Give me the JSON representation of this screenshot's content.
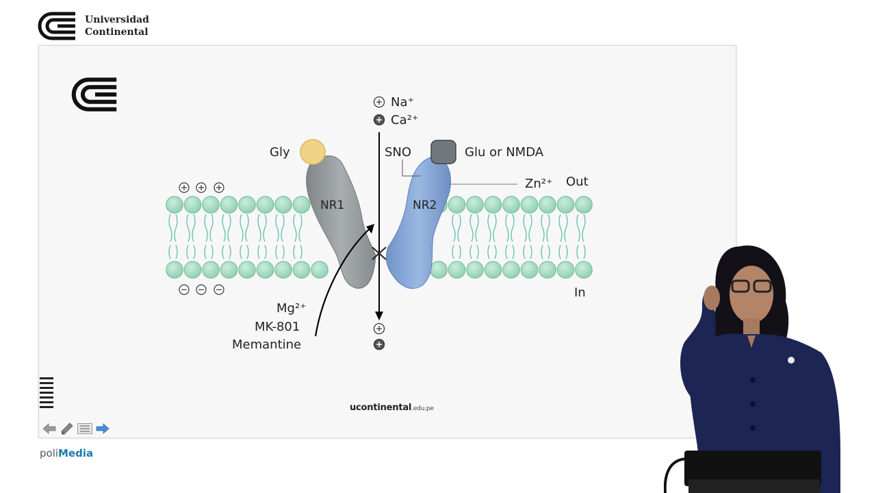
{
  "header": {
    "brand_line1": "Universidad",
    "brand_line2": "Continental"
  },
  "diagram": {
    "ion_na": "Na⁺",
    "ion_ca": "Ca²⁺",
    "gly": "Gly",
    "sno": "SNO",
    "glu": "Glu or NMDA",
    "zn": "Zn²⁺",
    "out": "Out",
    "in": "In",
    "nr1": "NR1",
    "nr2": "NR2",
    "mg": "Mg²⁺",
    "mk": "MK-801",
    "memantine": "Memantine"
  },
  "slide_footer": {
    "url_main": "ucontinental",
    "url_suffix": ".edu.pe"
  },
  "player": {
    "brand_prefix": "poli",
    "brand_suffix": "Media"
  },
  "icons": [
    "back-arrow-icon",
    "pencil-icon",
    "list-icon",
    "forward-arrow-icon",
    "menu-icon"
  ],
  "colors": {
    "membrane": "#9fd8bf",
    "nr1": "#9aa0a3",
    "nr2": "#86a7d6",
    "gly": "#f2d58a",
    "glu": "#6c7378"
  }
}
